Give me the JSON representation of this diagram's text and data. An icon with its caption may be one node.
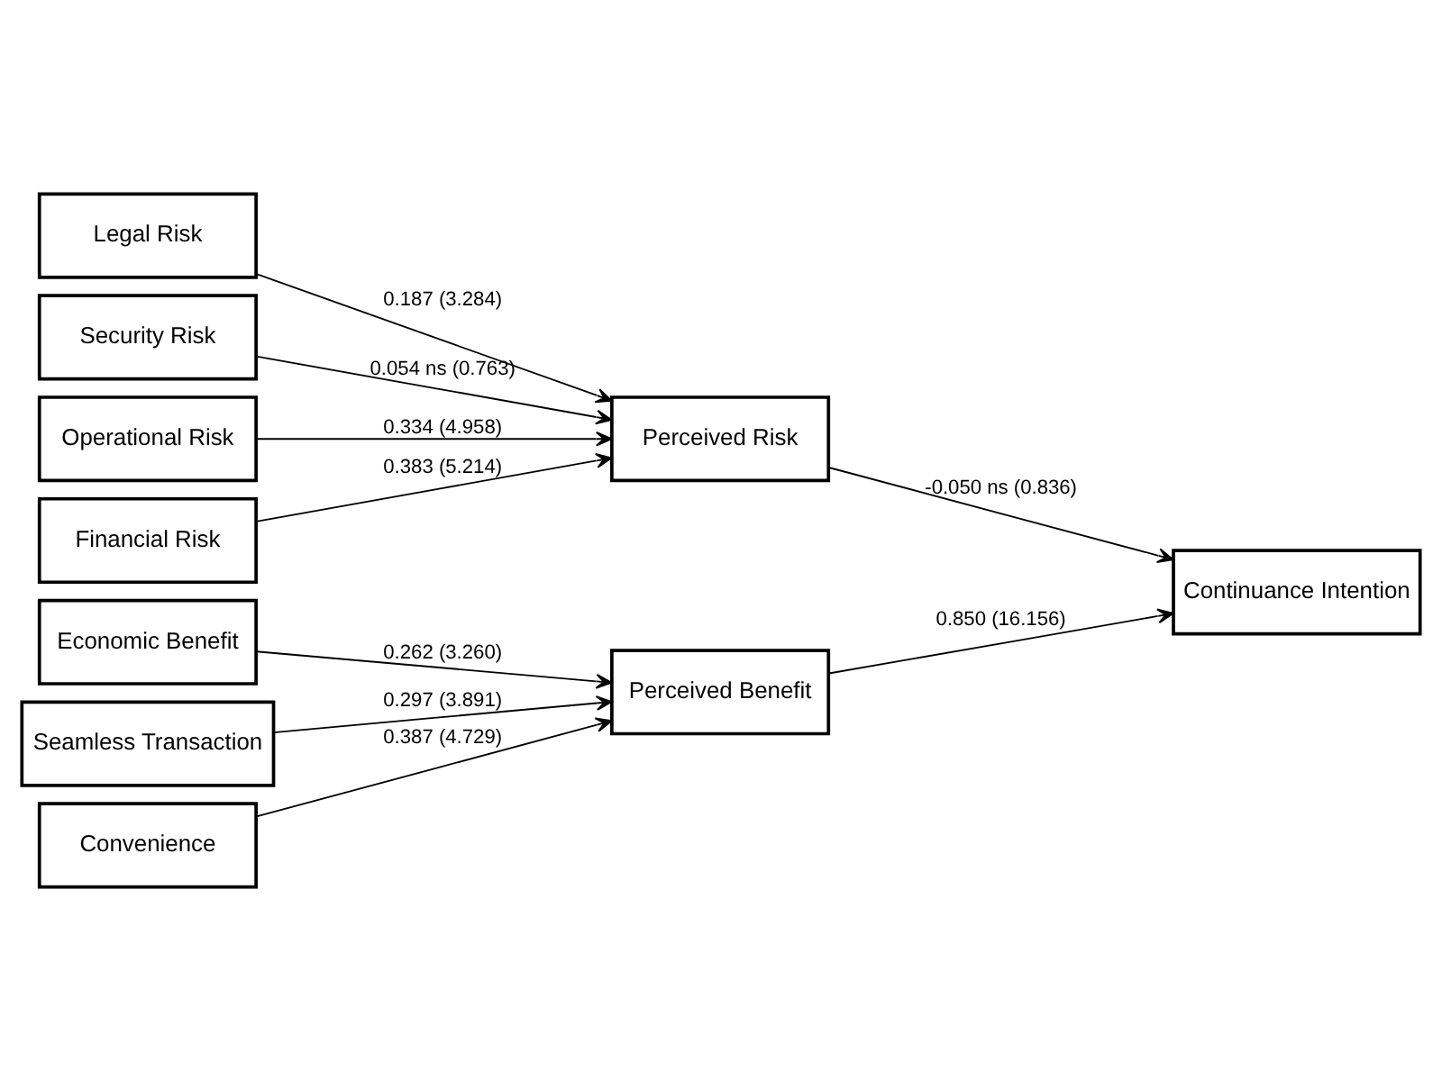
{
  "diagram": {
    "nodes": [
      {
        "text": [
          "Economic Benefit"
        ]
      },
      {
        "text": [
          "Seamless Transaction"
        ]
      },
      {
        "text": [
          "Convenience"
        ]
      },
      {
        "text": [
          "Perceived Benefit"
        ]
      },
      {
        "text": [
          "Continuance Intention"
        ]
      },
      {
        "text": [
          "Financial Risk"
        ]
      },
      {
        "text": [
          "Legal Risk"
        ]
      },
      {
        "text": [
          "Security Risk"
        ]
      },
      {
        "text": [
          "Operational Risk"
        ]
      },
      {
        "text": [
          "Perceived Risk"
        ]
      }
    ],
    "edges": [
      {
        "from": 0,
        "to": 3,
        "arrow": "to",
        "label": "0.262 (3.260)"
      },
      {
        "from": 1,
        "to": 3,
        "arrow": "to",
        "label": "0.297 (3.891)"
      },
      {
        "from": 2,
        "to": 3,
        "arrow": "to",
        "label": "0.387 (4.729)"
      },
      {
        "from": 3,
        "to": 4,
        "arrow": "to",
        "label": "0.850 (16.156)"
      },
      {
        "from": 5,
        "to": 9,
        "arrow": "to",
        "label": "0.383 (5.214)"
      },
      {
        "from": 6,
        "to": 9,
        "arrow": "to",
        "label": "0.187 (3.284)"
      },
      {
        "from": 7,
        "to": 9,
        "arrow": "to",
        "label": "0.054 ns (0.763)"
      },
      {
        "from": 8,
        "to": 9,
        "arrow": "to",
        "label": "0.334 (4.958)"
      },
      {
        "from": 9,
        "to": 4,
        "arrow": "to",
        "label": "-0.050 ns (0.836)"
      }
    ]
  }
}
